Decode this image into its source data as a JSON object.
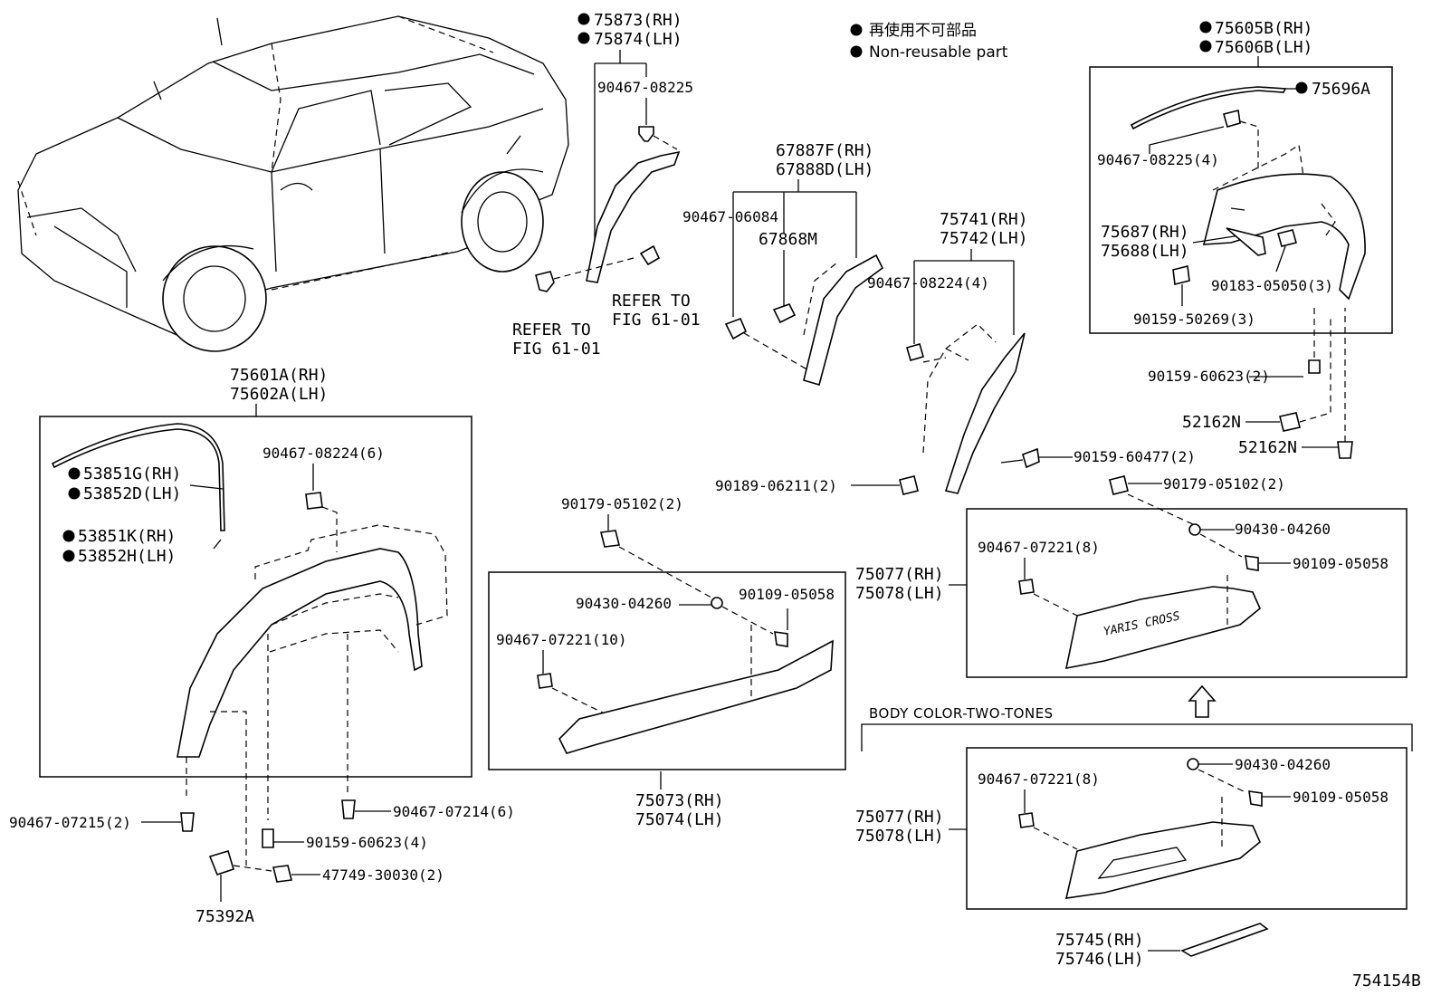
{
  "legend": {
    "jp_text": "再使用不可部品",
    "en_text": "Non-reusable part",
    "marker_icon": "filled-circle-icon"
  },
  "figure_number": "754154B",
  "section_label": "BODY COLOR-TWO-TONES",
  "callouts": {
    "fig61_a_line1": "REFER TO",
    "fig61_a_line2": "FIG 61-01",
    "fig61_b_line1": "REFER TO",
    "fig61_b_line2": "FIG 61-01"
  },
  "parts": {
    "p75873": "75873(RH)",
    "p75874": "75874(LH)",
    "p90467_08225_a": "90467-08225",
    "p67887F": "67887F(RH)",
    "p67888D": "67888D(LH)",
    "p90467_06084": "90467-06084",
    "p67868M": "67868M",
    "p75741": "75741(RH)",
    "p75742": "75742(LH)",
    "p90467_08224_4": "90467-08224(4)",
    "p75605B": "75605B(RH)",
    "p75606B": "75606B(LH)",
    "p75696A": "75696A",
    "p90467_08225_4": "90467-08225(4)",
    "p75687": "75687(RH)",
    "p75688": "75688(LH)",
    "p90183_05050": "90183-05050(3)",
    "p90159_50269": "90159-50269(3)",
    "p90159_60623_2": "90159-60623(2)",
    "p52162N_a": "52162N",
    "p52162N_b": "52162N",
    "p90159_60477": "90159-60477(2)",
    "p90189_06211": "90189-06211(2)",
    "p90179_05102_a": "90179-05102(2)",
    "p90430_04260_a": "90430-04260",
    "p90467_07221_8a": "90467-07221(8)",
    "p90109_05058_a": "90109-05058",
    "p75077_a": "75077(RH)",
    "p75078_a": "75078(LH)",
    "p75601A": "75601A(RH)",
    "p75602A": "75602A(LH)",
    "p53851G": "53851G(RH)",
    "p53852D": "53852D(LH)",
    "p53851K": "53851K(RH)",
    "p53852H": "53852H(LH)",
    "p90467_08224_6": "90467-08224(6)",
    "p90467_07215": "90467-07215(2)",
    "p90467_07214": "90467-07214(6)",
    "p90159_60623_4": "90159-60623(4)",
    "p47749_30030": "47749-30030(2)",
    "p75392A": "75392A",
    "p90179_05102_b": "90179-05102(2)",
    "p90430_04260_b": "90430-04260",
    "p90109_05058_b": "90109-05058",
    "p90467_07221_10": "90467-07221(10)",
    "p75073": "75073(RH)",
    "p75074": "75074(LH)",
    "p90430_04260_c": "90430-04260",
    "p90467_07221_8b": "90467-07221(8)",
    "p90109_05058_c": "90109-05058",
    "p75077_b": "75077(RH)",
    "p75078_b": "75078(LH)",
    "p75745": "75745(RH)",
    "p75746": "75746(LH)"
  },
  "emblems": {
    "side_badge_text": "YARIS CROSS"
  }
}
